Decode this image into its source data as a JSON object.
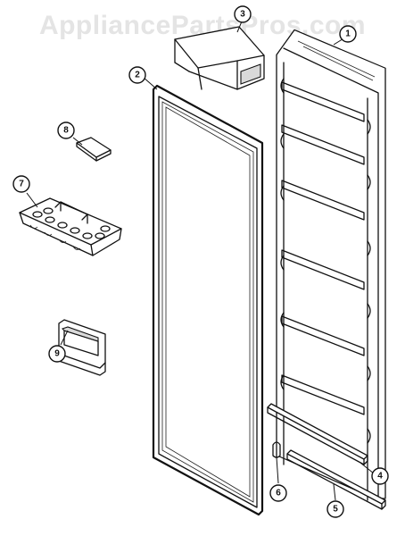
{
  "watermark": "AppliancePartsPros.com",
  "callouts": {
    "door": "1",
    "gasket": "2",
    "shelf_bin": "3",
    "trim_upper": "4",
    "trim_lower": "5",
    "clip": "6",
    "egg_tray": "7",
    "button": "8",
    "handle_trim": "9"
  }
}
